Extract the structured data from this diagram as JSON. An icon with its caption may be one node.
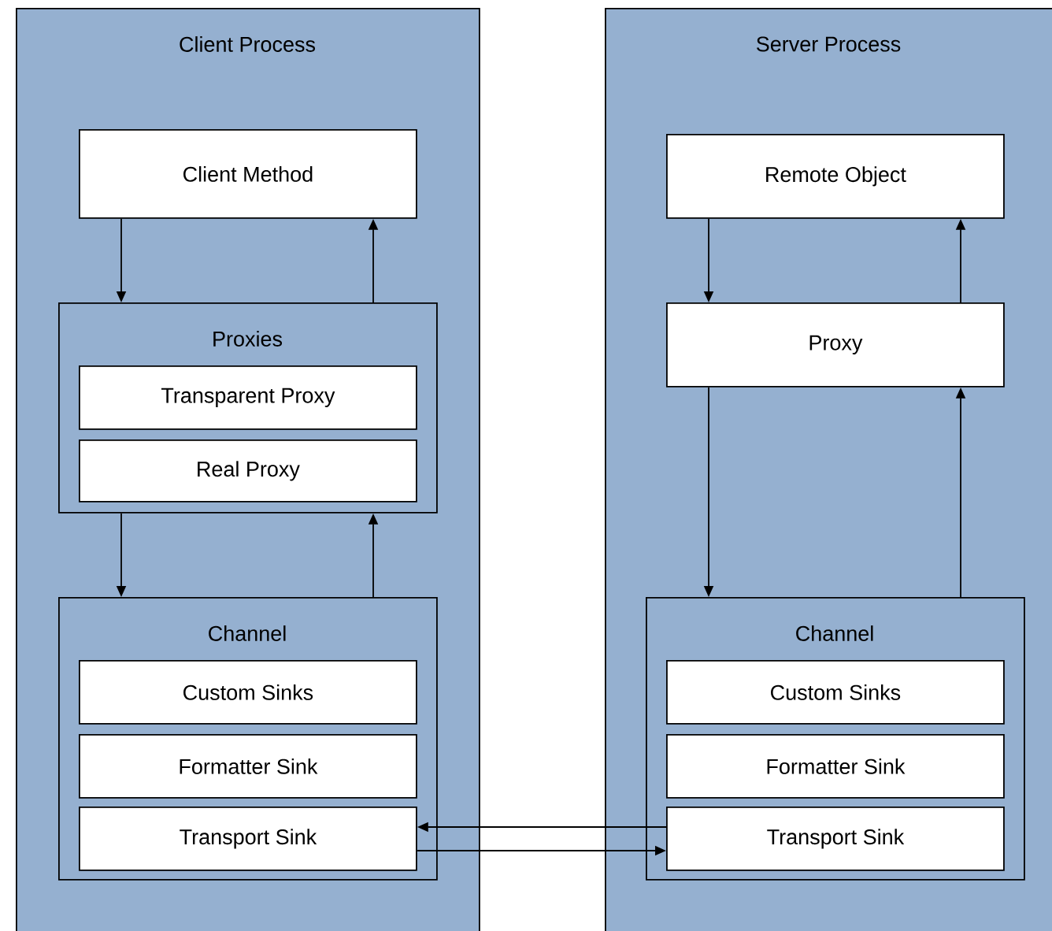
{
  "diagram": {
    "nodes": [
      {
        "text": [
          "Client Process"
        ]
      },
      {
        "text": [
          "Client Method"
        ],
        "in": 0
      },
      {
        "text": [
          "Proxies"
        ],
        "in": 0
      },
      {
        "text": [
          "Transparent Proxy"
        ],
        "in": 2
      },
      {
        "text": [
          "Real Proxy"
        ],
        "in": 2
      },
      {
        "text": [
          "Channel"
        ],
        "in": 0
      },
      {
        "text": [
          "Custom Sinks"
        ],
        "in": 5
      },
      {
        "text": [
          "Formatter Sink"
        ],
        "in": 5
      },
      {
        "text": [
          "Transport Sink"
        ],
        "in": 5
      },
      {
        "text": [
          "Server Process"
        ]
      },
      {
        "text": [
          "Remote Object"
        ],
        "in": 9
      },
      {
        "text": [
          "Proxy"
        ],
        "in": 9
      },
      {
        "text": [
          "Channel"
        ],
        "in": 9
      },
      {
        "text": [
          "Custom Sinks"
        ],
        "in": 12
      },
      {
        "text": [
          "Formatter Sink"
        ],
        "in": 12
      },
      {
        "text": [
          "Transport Sink"
        ],
        "in": 12
      }
    ],
    "edges": [
      {
        "from": 1,
        "to": 2,
        "arrow": "to"
      },
      {
        "from": 2,
        "to": 1,
        "arrow": "to"
      },
      {
        "from": 2,
        "to": 5,
        "arrow": "to"
      },
      {
        "from": 5,
        "to": 2,
        "arrow": "to"
      },
      {
        "from": 10,
        "to": 11,
        "arrow": "to"
      },
      {
        "from": 11,
        "to": 10,
        "arrow": "to"
      },
      {
        "from": 11,
        "to": 12,
        "arrow": "to"
      },
      {
        "from": 12,
        "to": 11,
        "arrow": "to"
      },
      {
        "from": 15,
        "to": 8,
        "arrow": "to"
      },
      {
        "from": 8,
        "to": 15,
        "arrow": "to"
      }
    ]
  }
}
